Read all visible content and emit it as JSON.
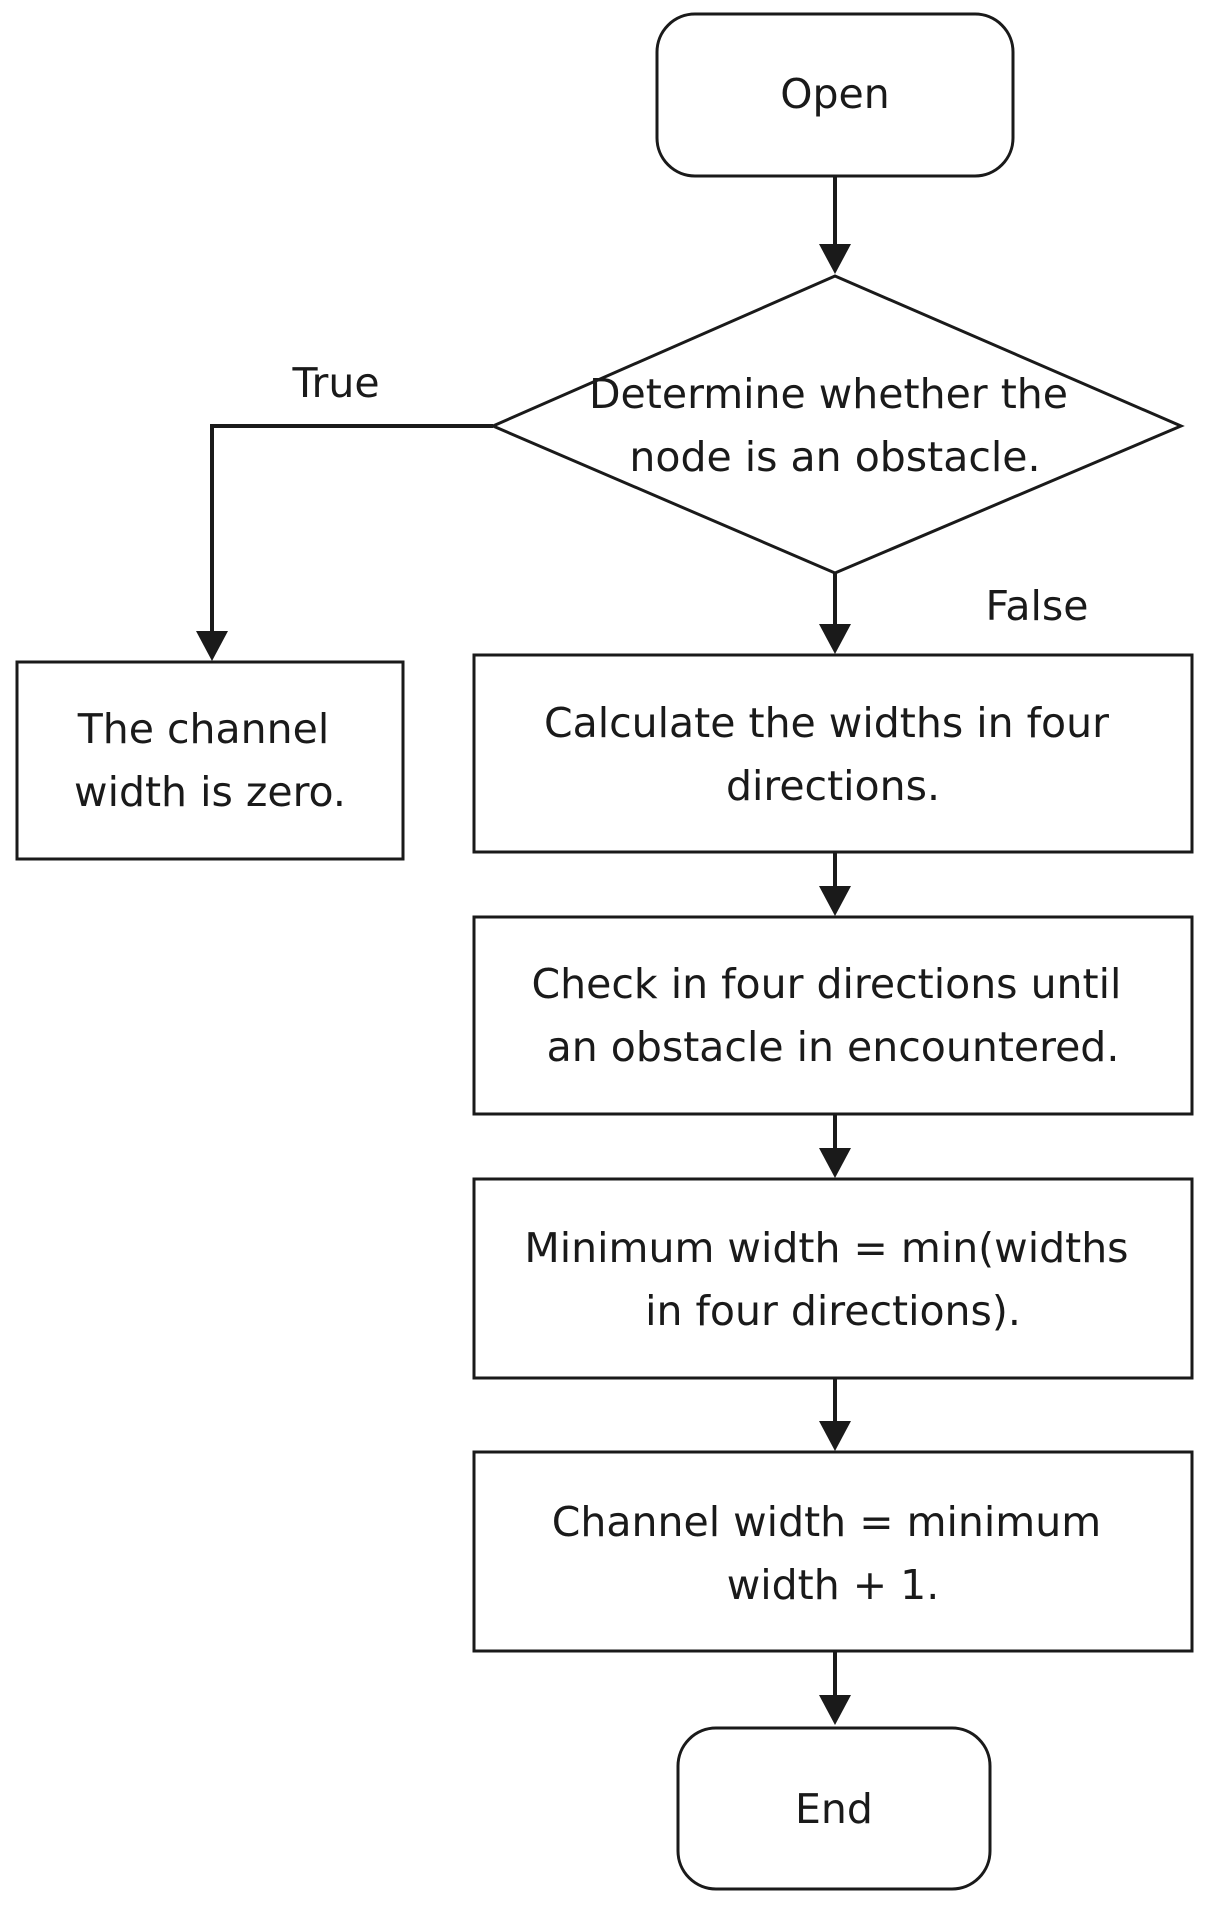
{
  "nodes": {
    "open": {
      "lines": [
        "Open"
      ]
    },
    "decision": {
      "lines": [
        "Determine whether the",
        "node is an obstacle."
      ]
    },
    "zero": {
      "lines": [
        "The channel",
        "width is zero."
      ]
    },
    "calc": {
      "lines": [
        "Calculate the widths in four",
        "directions."
      ]
    },
    "check": {
      "lines": [
        "Check in four directions until",
        "an obstacle in encountered."
      ]
    },
    "minimum": {
      "lines": [
        "Minimum width = min(widths",
        "in four directions)."
      ]
    },
    "channel": {
      "lines": [
        "Channel width = minimum",
        "width + 1."
      ]
    },
    "end": {
      "lines": [
        "End"
      ]
    }
  },
  "edges": {
    "true_label": "True",
    "false_label": "False"
  }
}
